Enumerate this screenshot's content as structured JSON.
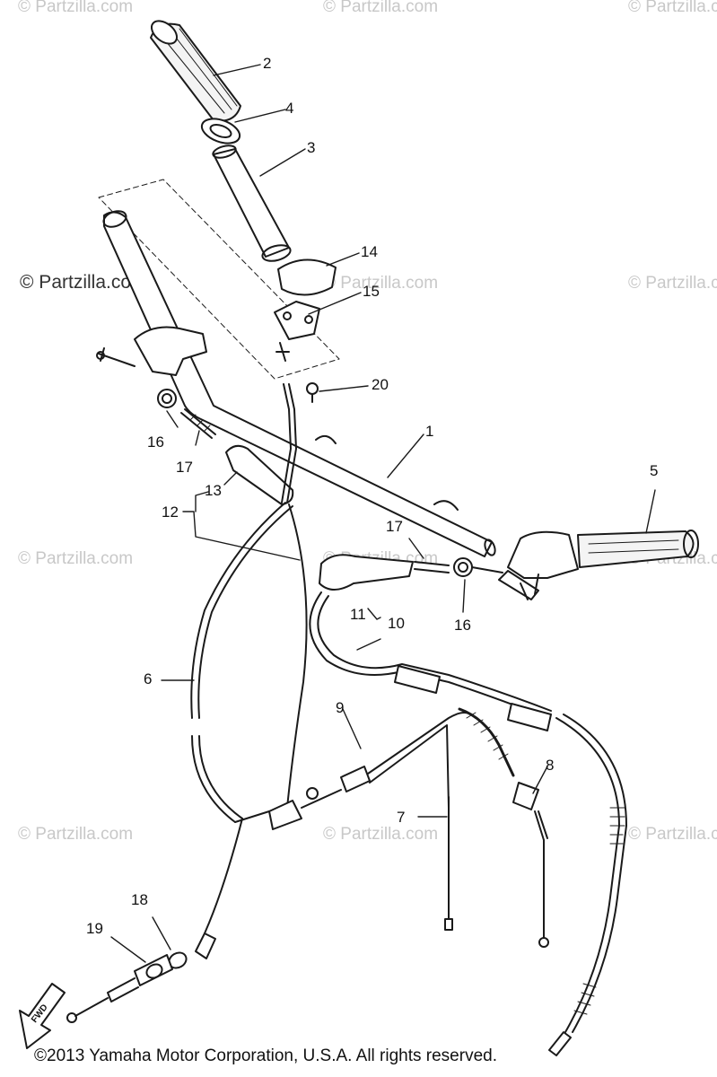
{
  "watermark_text": "© Partzilla.com",
  "watermark_primary": "© Partzilla.com",
  "direction_label": "FWD",
  "copyright": "©2013  Yamaha Motor Corporation, U.S.A. All rights reserved.",
  "callouts": {
    "c1": "1",
    "c2": "2",
    "c3": "3",
    "c4": "4",
    "c5": "5",
    "c6": "6",
    "c7": "7",
    "c8": "8",
    "c9": "9",
    "c10": "10",
    "c11": "11",
    "c12": "12",
    "c13": "13",
    "c14": "14",
    "c15": "15",
    "c16a": "16",
    "c16b": "16",
    "c17a": "17",
    "c17b": "17",
    "c18": "18",
    "c19": "19",
    "c20": "20"
  }
}
